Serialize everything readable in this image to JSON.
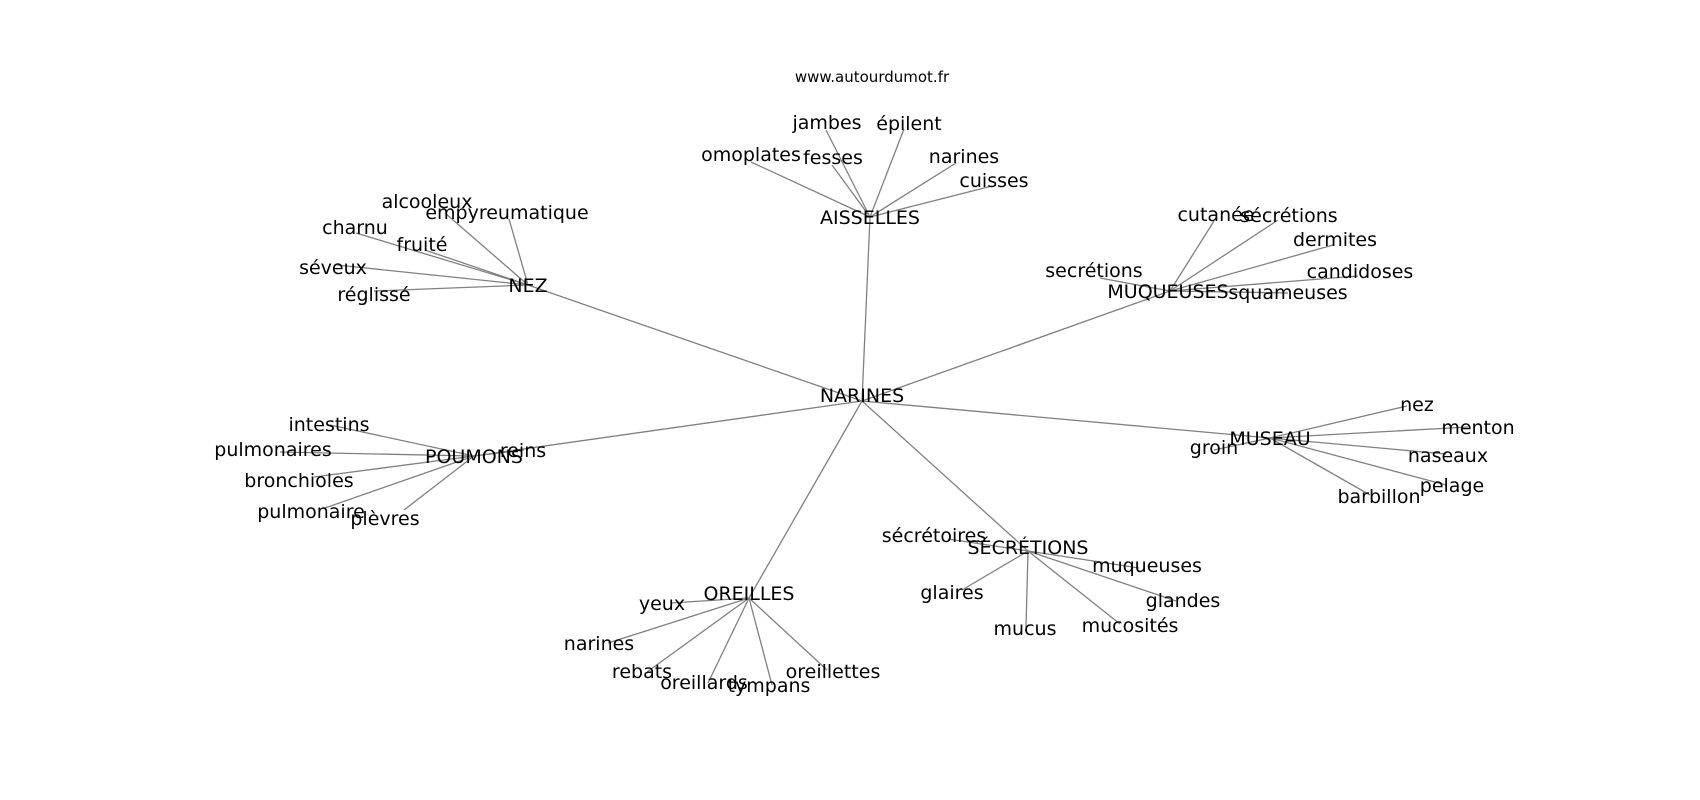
{
  "site_label": "www.autourdumot.fr",
  "center": "NARINES",
  "clusters": [
    {
      "id": "aisselles",
      "label": "AISSELLES",
      "leaves": [
        "jambes",
        "épilent",
        "omoplates",
        "fesses",
        "narines",
        "cuisses"
      ]
    },
    {
      "id": "nez",
      "label": "NEZ",
      "leaves": [
        "alcooleux",
        "empyreumatique",
        "charnu",
        "fruité",
        "séveux",
        "réglissé"
      ]
    },
    {
      "id": "muqueuses",
      "label": "MUQUEUSES",
      "leaves": [
        "cutanée",
        "sécrétions",
        "dermites",
        "secrétions",
        "candidoses",
        "squameuses"
      ]
    },
    {
      "id": "poumons",
      "label": "POUMONS",
      "leaves": [
        "intestins",
        "pulmonaires",
        "reins",
        "bronchioles",
        "pulmonaire",
        "plèvres"
      ]
    },
    {
      "id": "museau",
      "label": "MUSEAU",
      "leaves": [
        "nez",
        "menton",
        "groin",
        "naseaux",
        "pelage",
        "barbillon"
      ]
    },
    {
      "id": "secretions",
      "label": "SÉCRÉTIONS",
      "leaves": [
        "sécrétoires",
        "muqueuses",
        "glaires",
        "glandes",
        "mucus",
        "mucosités"
      ]
    },
    {
      "id": "oreilles",
      "label": "OREILLES",
      "leaves": [
        "yeux",
        "narines",
        "rebats",
        "oreillards",
        "tympans",
        "oreillettes"
      ]
    }
  ]
}
